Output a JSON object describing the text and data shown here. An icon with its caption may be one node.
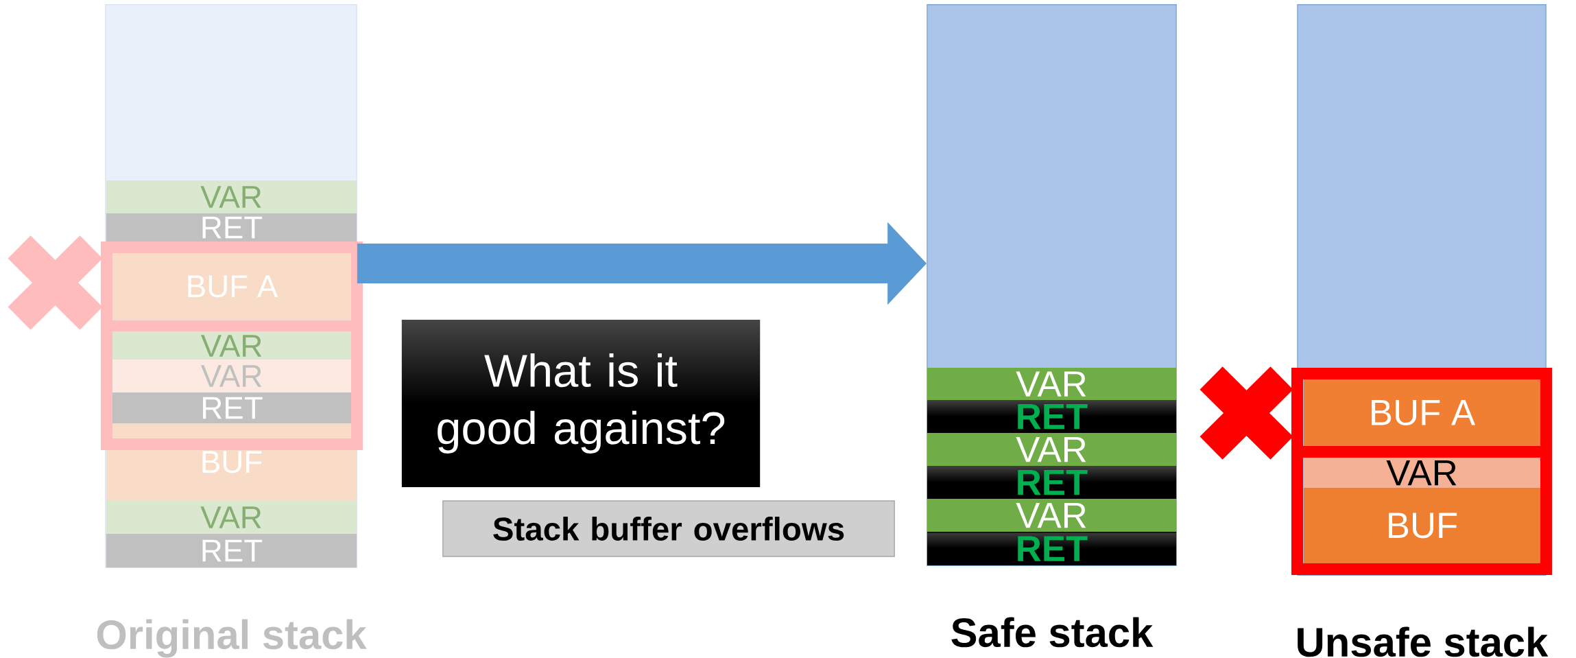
{
  "diagram": {
    "nodes": [
      {
        "text": [
          "Original stack"
        ]
      },
      {
        "text": [
          "VAR"
        ],
        "in": 0
      },
      {
        "text": [
          "RET"
        ],
        "in": 0
      },
      {
        "text": [
          "BUF A"
        ],
        "in": 0
      },
      {
        "text": [
          "VAR"
        ],
        "in": 0
      },
      {
        "text": [
          "VAR"
        ],
        "in": 0
      },
      {
        "text": [
          "RET"
        ],
        "in": 0
      },
      {
        "text": [
          "BUF"
        ],
        "in": 0
      },
      {
        "text": [
          "VAR"
        ],
        "in": 0
      },
      {
        "text": [
          "RET"
        ],
        "in": 0
      },
      {
        "text": [
          "What is it good against?"
        ]
      },
      {
        "text": [
          "Stack buffer overflows"
        ]
      },
      {
        "text": [
          "Safe stack"
        ]
      },
      {
        "text": [
          "VAR"
        ],
        "in": 12
      },
      {
        "text": [
          "RET"
        ],
        "in": 12
      },
      {
        "text": [
          "VAR"
        ],
        "in": 12
      },
      {
        "text": [
          "RET"
        ],
        "in": 12
      },
      {
        "text": [
          "VAR"
        ],
        "in": 12
      },
      {
        "text": [
          "RET"
        ],
        "in": 12
      },
      {
        "text": [
          "Unsafe stack"
        ]
      },
      {
        "text": [
          "BUF A"
        ],
        "in": 19
      },
      {
        "text": [
          "VAR"
        ],
        "in": 19
      },
      {
        "text": [
          "BUF"
        ],
        "in": 19
      }
    ],
    "edges": [
      {
        "from": 0,
        "to": 12,
        "arrow": "to"
      }
    ]
  }
}
